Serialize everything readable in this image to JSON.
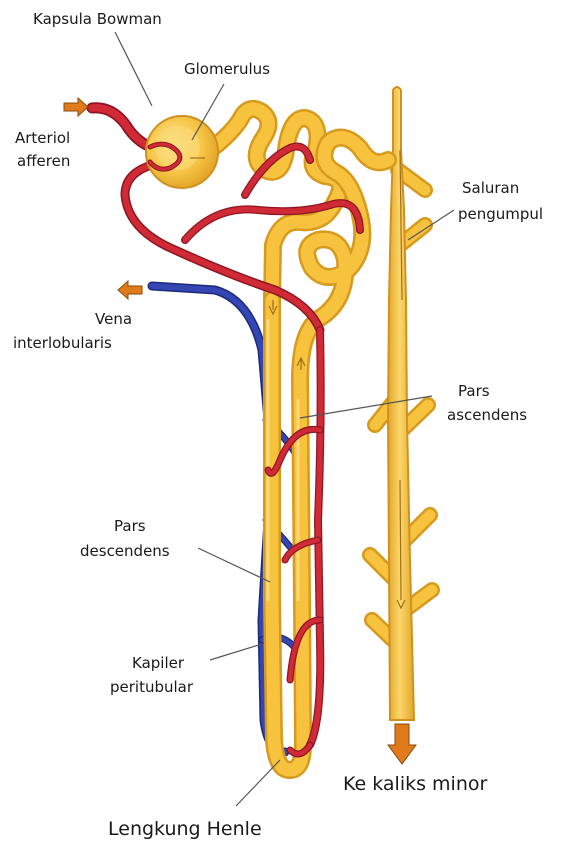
{
  "labels": {
    "kapsula_bowman": "Kapsula Bowman",
    "glomerulus": "Glomerulus",
    "arteriol_line1": "Arteriol",
    "arteriol_line2": "afferen",
    "saluran_line1": "Saluran",
    "saluran_line2": "pengumpul",
    "vena_line1": "Vena",
    "vena_line2": "interlobularis",
    "pars_asc_line1": "Pars",
    "pars_asc_line2": "ascendens",
    "pars_desc_line1": "Pars",
    "pars_desc_line2": "descendens",
    "kapiler_line1": "Kapiler",
    "kapiler_line2": "peritubular",
    "ke_kaliks": "Ke kaliks minor",
    "lengkung_henle": "Lengkung Henle"
  },
  "colors": {
    "tubule": "#f7c23e",
    "tubule_outline": "#d79a1d",
    "artery": "#cf2a36",
    "vein": "#3446b4",
    "arrow": "#e07b1c"
  }
}
